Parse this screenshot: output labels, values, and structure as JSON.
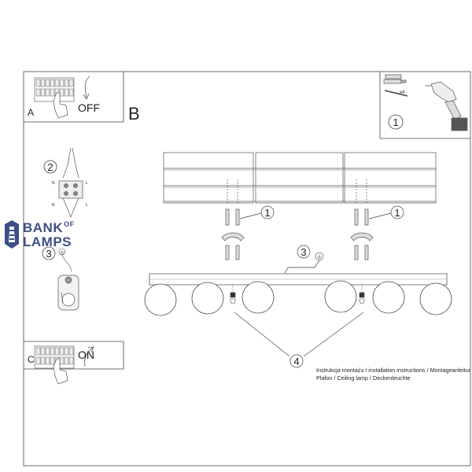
{
  "panels": {
    "a": {
      "letter": "A",
      "action": "OFF"
    },
    "c": {
      "letter": "C",
      "action": "ON"
    },
    "b": {
      "letter": "B"
    }
  },
  "wiring": {
    "step_label": "2",
    "terminal_n": "N",
    "terminal_l": "L"
  },
  "earth": {
    "step_label": "3"
  },
  "tools": {
    "step_label": "1",
    "quantity": "x4"
  },
  "callouts": {
    "fixing_left": "1",
    "fixing_right": "1",
    "earth": "3",
    "shades": "4"
  },
  "logo": {
    "line1": "BANK",
    "line1_small": "OF",
    "line2": "LAMPS",
    "brand_color": "#3d4f86"
  },
  "instructions": {
    "line1": "Instrukcja montażu / installation instructions / Montageanleitung",
    "line2": "Plafon / Ceiling lamp / Deckenleuchte"
  }
}
